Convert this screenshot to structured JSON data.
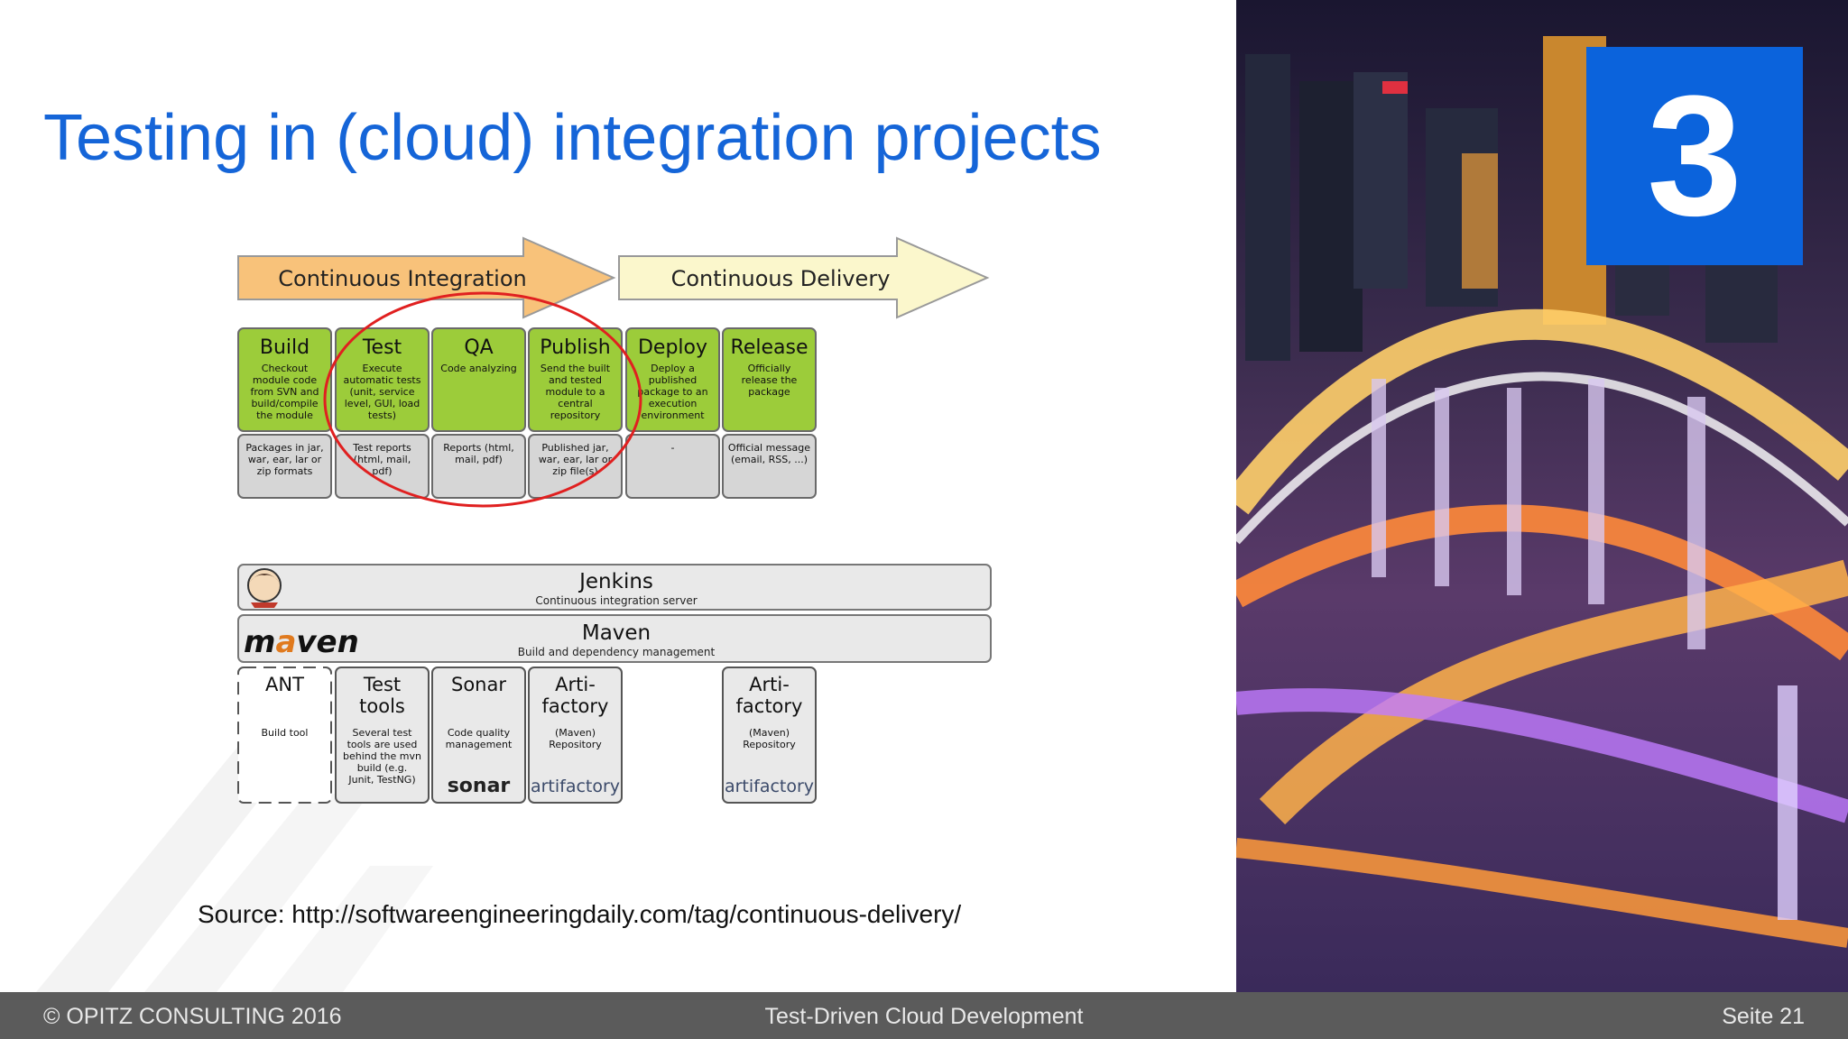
{
  "slide": {
    "title": "Testing in (cloud) integration projects",
    "source": "Source: http://softwareengineeringdaily.com/tag/continuous-delivery/",
    "number": "3"
  },
  "footer": {
    "copyright": "© OPITZ CONSULTING 2016",
    "center": "Test-Driven Cloud Development",
    "page": "Seite 21"
  },
  "diagram": {
    "arrow_ci": "Continuous Integration",
    "arrow_cd": "Continuous Delivery",
    "phases": [
      {
        "title": "Build",
        "desc": [
          "Checkout",
          "module code",
          "from SVN and",
          "build/compile",
          "the module"
        ],
        "output": [
          "Packages in jar,",
          "war, ear, lar or",
          "zip formats"
        ]
      },
      {
        "title": "Test",
        "desc": [
          "Execute",
          "automatic tests",
          "(unit, service",
          "level, GUI, load",
          "tests)"
        ],
        "output": [
          "Test reports",
          "(html, mail,",
          "pdf)"
        ]
      },
      {
        "title": "QA",
        "desc": [
          "Code analyzing"
        ],
        "output": [
          "Reports (html,",
          "mail, pdf)"
        ]
      },
      {
        "title": "Publish",
        "desc": [
          "Send the built",
          "and tested",
          "module to a",
          "central",
          "repository"
        ],
        "output": [
          "Published jar,",
          "war, ear, lar or",
          "zip file(s)"
        ]
      },
      {
        "title": "Deploy",
        "desc": [
          "Deploy a",
          "published",
          "package to an",
          "execution",
          "environment"
        ],
        "output": [
          "-"
        ]
      },
      {
        "title": "Release",
        "desc": [
          "Officially",
          "release the",
          "package"
        ],
        "output": [
          "Official message",
          "(email, RSS, ...)"
        ]
      }
    ],
    "jenkins": {
      "title": "Jenkins",
      "subtitle": "Continuous integration server"
    },
    "maven": {
      "logo": "maven",
      "title": "Maven",
      "subtitle": "Build and dependency management"
    },
    "tools": [
      {
        "title": [
          "ANT"
        ],
        "desc": [
          "Build tool"
        ],
        "logo": ""
      },
      {
        "title": [
          "Test",
          "tools"
        ],
        "desc": [
          "Several test",
          "tools are used",
          "behind the mvn",
          "build (e.g.",
          "Junit, TestNG)"
        ],
        "logo": ""
      },
      {
        "title": [
          "Sonar"
        ],
        "desc": [
          "Code quality",
          "management"
        ],
        "logo": "sonar"
      },
      {
        "title": [
          "Arti-",
          "factory"
        ],
        "desc": [
          "(Maven)",
          "Repository"
        ],
        "logo": "artifactory"
      },
      {
        "title": [
          "Arti-",
          "factory"
        ],
        "desc": [
          "(Maven)",
          "Repository"
        ],
        "logo": "artifactory"
      }
    ]
  },
  "colors": {
    "title_blue": "#1565d8",
    "number_box": "#0b63dc",
    "phase_green": "#9ccc3a",
    "ci_arrow": "#f8c27a",
    "cd_arrow": "#fbf7cc",
    "highlight_circle": "#e02020",
    "footer_bg": "#5b5b5b"
  },
  "icons": {
    "jenkins": "jenkins-butler-icon",
    "photo": "city-highway-night-photo"
  }
}
